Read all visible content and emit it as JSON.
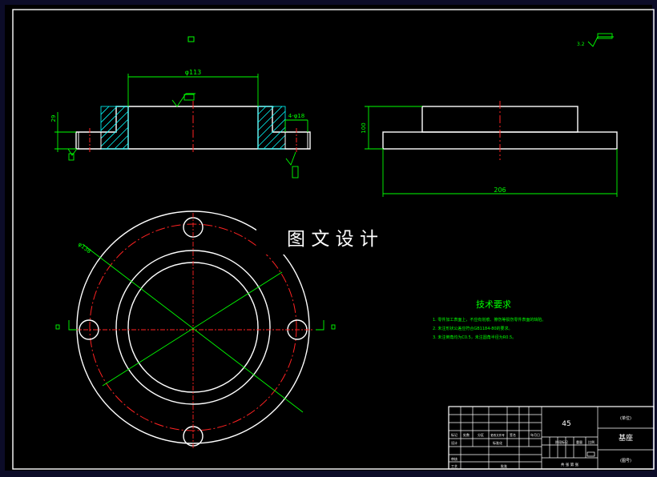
{
  "watermark": "图 文 设 计",
  "dims": {
    "flange_diameter": "φ113",
    "height_left": "29",
    "bolt_holes": "4-φ18",
    "height_right": "100",
    "width_right": "206",
    "pitch_circle": "φ138",
    "roughness_general": "3.2"
  },
  "notes": {
    "title": "技术要求",
    "lines": [
      "1. 零件加工表面上，不应有划痕、擦伤等损伤零件表面的缺陷。",
      "2. 未注形状公差应符合GB1184-80的要求。",
      "3. 未注倒角均为C0.5，未注圆角半径为R0.5。"
    ]
  },
  "title_block": {
    "material": "45",
    "part_name": "基座",
    "unit_top": "(单位)",
    "drawing_no": "(图号)",
    "scale_row": "共  张  第  张",
    "header_cells": [
      "标记",
      "处数",
      "分区",
      "更改文件号",
      "签名",
      "年月日"
    ],
    "role_cells": [
      "设计",
      "标准化",
      "阶段标记",
      "重量",
      "比例"
    ],
    "lower_cells": [
      "审核",
      "工艺",
      "批准"
    ]
  },
  "colors": {
    "background": "#000000",
    "frame": "#ffffff",
    "outline": "#ffffff",
    "dimension": "#00ff00",
    "centerline": "#ff2020",
    "hatch": "#00ffff",
    "notes": "#00ff00"
  }
}
